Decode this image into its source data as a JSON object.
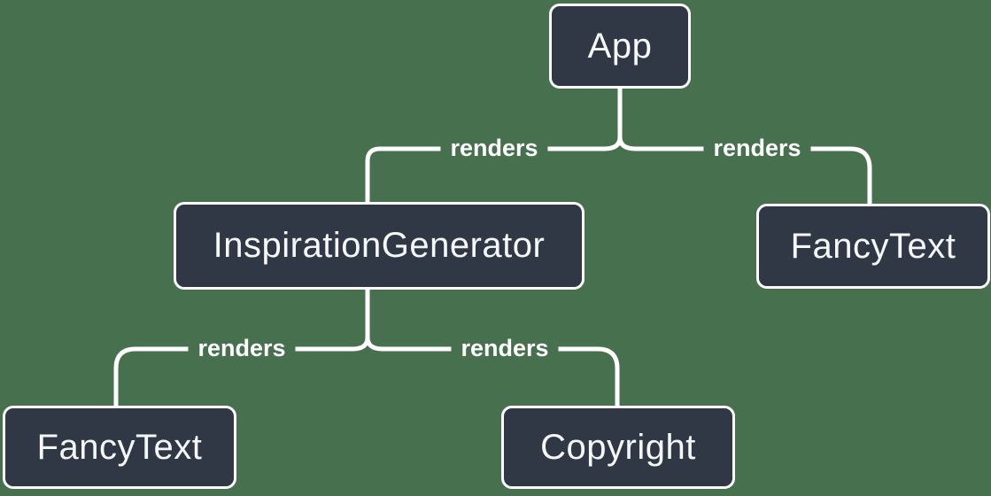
{
  "diagram": {
    "type": "tree",
    "root": "App"
  },
  "colors": {
    "background": "#47704E",
    "node_bg": "#313845",
    "node_border": "#FFFFFF",
    "node_text": "#F6F7F9",
    "edge": "#FFFFFF",
    "edge_label_text": "#FFFFFF"
  },
  "nodes": [
    {
      "id": "app",
      "label": "App"
    },
    {
      "id": "inspiration-generator",
      "label": "InspirationGenerator"
    },
    {
      "id": "fancy-text-top",
      "label": "FancyText"
    },
    {
      "id": "fancy-text-bottom",
      "label": "FancyText"
    },
    {
      "id": "copyright",
      "label": "Copyright"
    }
  ],
  "edges": [
    {
      "from": "App",
      "to": "InspirationGenerator",
      "label": "renders"
    },
    {
      "from": "App",
      "to": "FancyText",
      "label": "renders"
    },
    {
      "from": "InspirationGenerator",
      "to": "FancyText",
      "label": "renders"
    },
    {
      "from": "InspirationGenerator",
      "to": "Copyright",
      "label": "renders"
    }
  ]
}
